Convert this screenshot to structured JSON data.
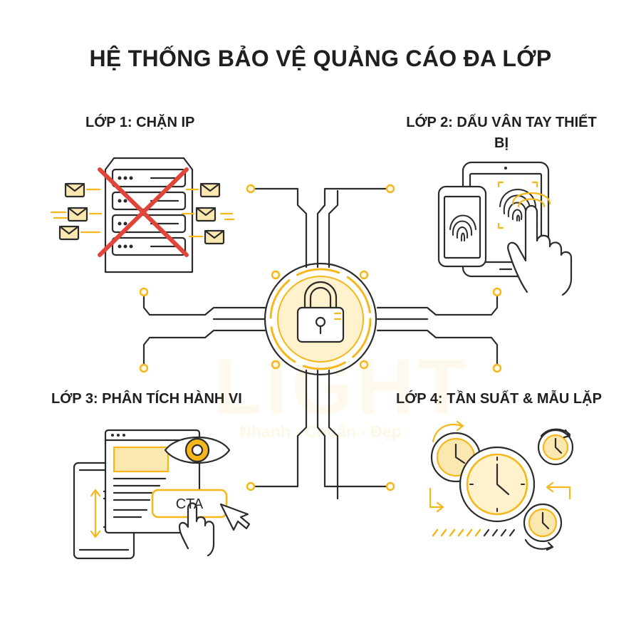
{
  "title": "HỆ THỐNG BẢO VỆ QUẢNG CÁO ĐA LỚP",
  "layers": [
    {
      "label": "LỚP 1: CHẶN IP",
      "icon": "blocked-server-icon"
    },
    {
      "label": "LỚP 2: DẤU VÂN TAY THIẾT BỊ",
      "icon": "fingerprint-devices-icon"
    },
    {
      "label": "LỚP 3: PHÂN TÍCH HÀNH VI",
      "icon": "behavior-analysis-icon"
    },
    {
      "label": "LỚP 4: TẦN SUẤT & MẪU LẶP",
      "icon": "clocks-frequency-icon"
    }
  ],
  "center_icon": "padlock-icon",
  "cta_label": "CTA",
  "watermark": {
    "letters": "LIGHT",
    "slogan": "Nhanh - Chuẩn - Đẹp"
  },
  "colors": {
    "line": "#2b2b2b",
    "accent": "#f5b71a",
    "cross": "#e0453a",
    "accent_fill": "#fbe7b0"
  }
}
